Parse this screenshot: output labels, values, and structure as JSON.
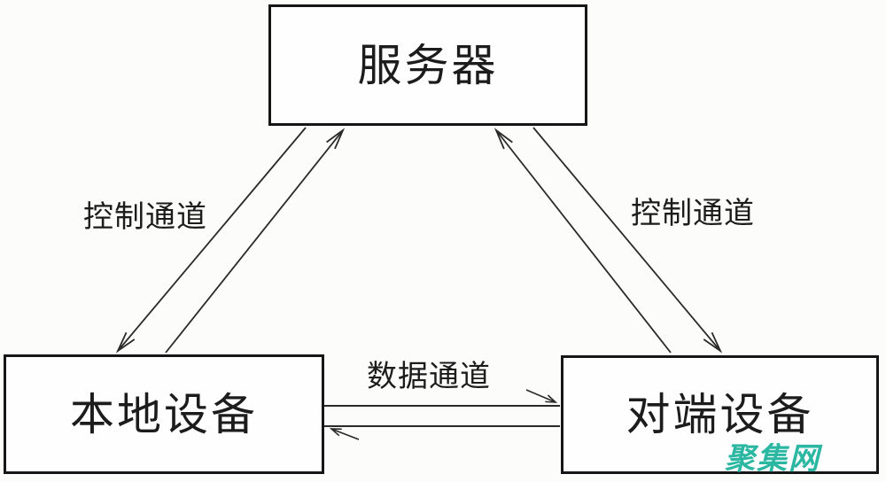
{
  "diagram": {
    "nodes": {
      "server": {
        "label": "服务器"
      },
      "local": {
        "label": "本地设备"
      },
      "peer": {
        "label": "对端设备"
      }
    },
    "edges": {
      "control_left": {
        "label": "控制通道",
        "from": "本地设备",
        "to": "服务器",
        "direction": "bidirectional"
      },
      "control_right": {
        "label": "控制通道",
        "from": "对端设备",
        "to": "服务器",
        "direction": "bidirectional"
      },
      "data": {
        "label": "数据通道",
        "from": "本地设备",
        "to": "对端设备",
        "direction": "bidirectional"
      }
    }
  },
  "watermark": {
    "text": "聚集网",
    "color": "#2bb7a2"
  },
  "colors": {
    "line": "#2a2a2a",
    "box_border": "#161616",
    "text": "#1c1c1c",
    "background": "#fcfcfb"
  }
}
